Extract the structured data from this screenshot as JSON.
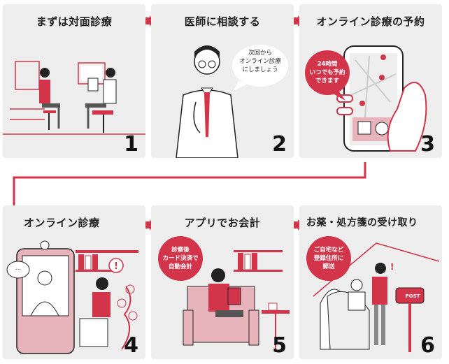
{
  "steps": [
    {
      "num": "1",
      "title": "まずは対面診療"
    },
    {
      "num": "2",
      "title": "医師に相談する",
      "speech": "次回から\nオンライン診療\nにしましょう"
    },
    {
      "num": "3",
      "title": "オンライン診療の予約",
      "bubble": "24時間\nいつでも予約\nできます"
    },
    {
      "num": "4",
      "title": "オンライン診療",
      "speech": "…"
    },
    {
      "num": "5",
      "title": "アプリでお会計",
      "bubble": "診察後\nカード決済で\n自動会計"
    },
    {
      "num": "6",
      "title": "お薬・処方箋の受け取り",
      "bubble": "ご自宅など\n登録住所に\n郵送",
      "mailbox": "POST"
    }
  ],
  "colors": {
    "accent": "#d2344a",
    "panel": "#eeeeee",
    "line": "#d2344a",
    "dark": "#222222"
  }
}
